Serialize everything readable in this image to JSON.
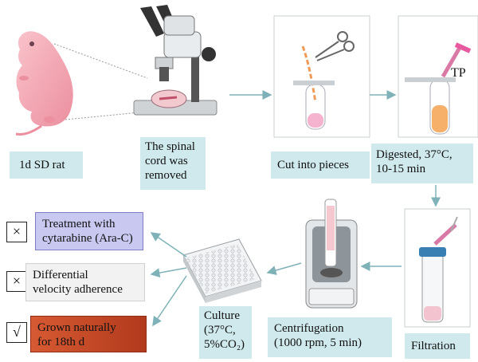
{
  "steps": {
    "rat": "1d SD rat",
    "spinal": [
      "The spinal",
      "cord was",
      "removed"
    ],
    "cut": "Cut into pieces",
    "digest": [
      "Digested, 37°C,",
      "10-15 min"
    ],
    "filtration": "Filtration",
    "centrifugation": [
      "Centrifugation",
      "(1000 rpm, 5 min)"
    ],
    "culture": [
      "Culture",
      "(37°C,",
      "5%CO₂)"
    ]
  },
  "tp_label": "TP",
  "options": [
    {
      "mark": "×",
      "text": [
        "Treatment with",
        "cytarabine (Ara-C)"
      ],
      "color": "#c8c8f0"
    },
    {
      "mark": "×",
      "text": [
        "Differential",
        "velocity adherence"
      ],
      "color": "#f2f2f2"
    },
    {
      "mark": "√",
      "text": [
        "Grown naturally",
        "for 18th d"
      ],
      "color": "#c44a26"
    }
  ],
  "colors": {
    "label_bg": "#cfe9ec",
    "arrow": "#7fb2b8",
    "rat": "#f4a7b4"
  }
}
